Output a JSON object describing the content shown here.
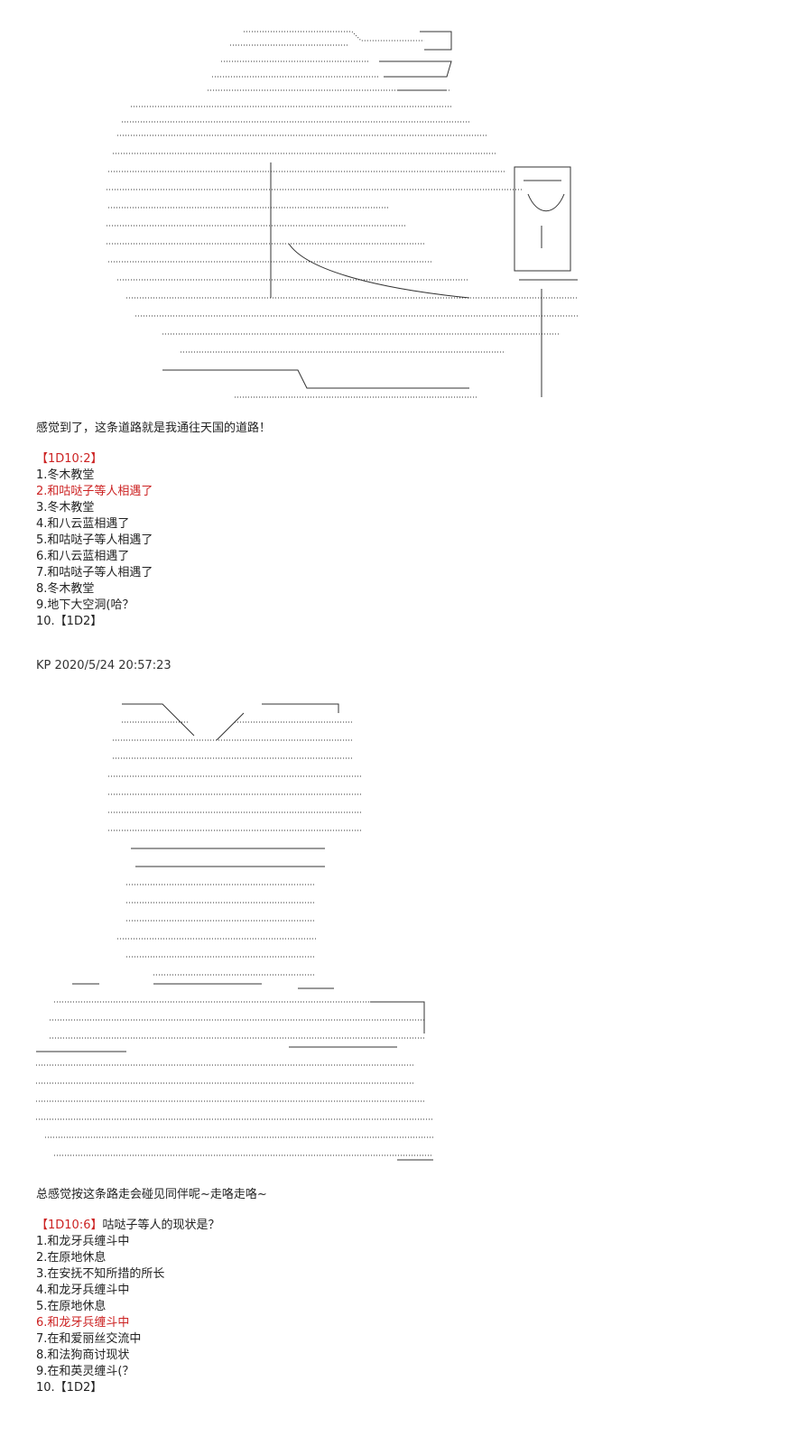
{
  "block1": {
    "line1": "感觉到了，这条道路就是我通往天国的道路！",
    "roll": "【1D10:2】",
    "options": [
      "1.冬木教堂",
      "2.和咕哒子等人相遇了",
      "3.冬木教堂",
      "4.和八云蓝相遇了",
      "5.和咕哒子等人相遇了",
      "6.和八云蓝相遇了",
      "7.和咕哒子等人相遇了",
      "8.冬木教堂",
      "9.地下大空洞(哈？",
      "10.【1D2】"
    ],
    "selected_index": 1,
    "accent_color": "#cc2222"
  },
  "post_meta": "KP 2020/5/24 20:57:23",
  "block2": {
    "line1": "总感觉按这条路走会碰见同伴呢~走咯走咯~",
    "roll": "【1D10:6】",
    "question": "咕哒子等人的现状是？",
    "options": [
      "1.和龙牙兵缠斗中",
      "2.在原地休息",
      "3.在安抚不知所措的所长",
      "4.和龙牙兵缠斗中",
      "5.在原地休息",
      "6.和龙牙兵缠斗中",
      "7.在和爱丽丝交流中",
      "8.和法狗商讨现状",
      "9.在和英灵缠斗(？",
      "10.【1D2】"
    ],
    "selected_index": 5,
    "accent_color": "#cc2222"
  }
}
